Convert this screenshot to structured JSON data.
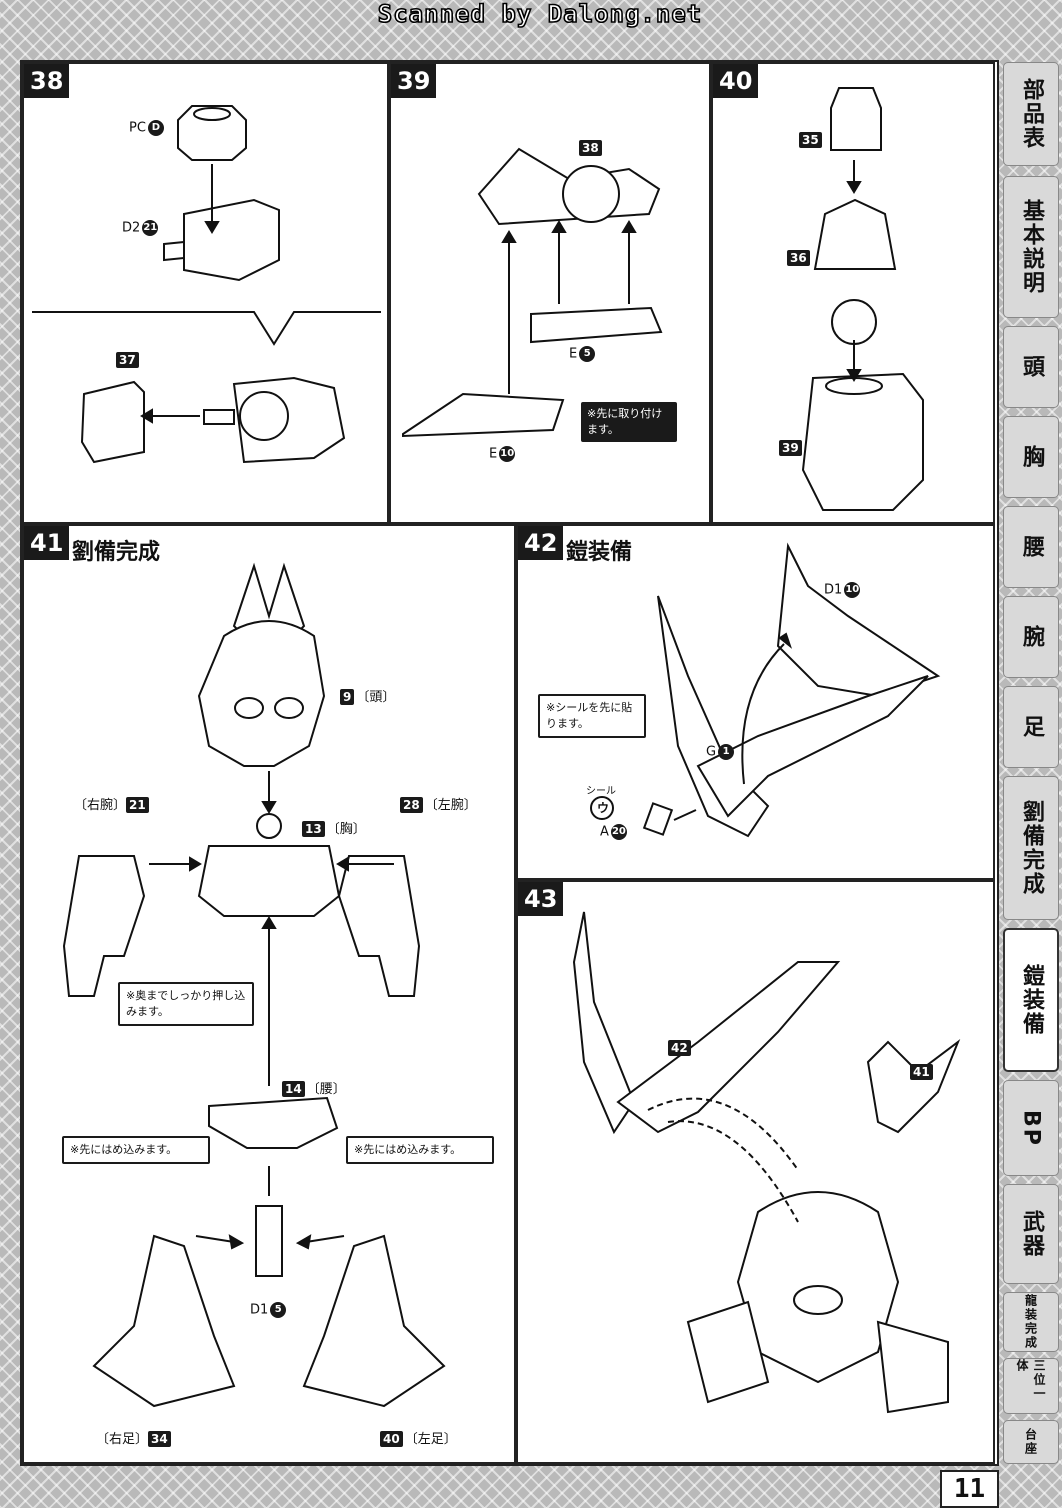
{
  "banner": "Scanned by Dalong.net",
  "page_number": "11",
  "steps": {
    "s38": {
      "num": "38",
      "parts": {
        "pc": "PC",
        "pc_id": "D",
        "d2": "D2",
        "d2_id": "21",
        "p37": "37"
      }
    },
    "s39": {
      "num": "39",
      "parts": {
        "p38": "38",
        "e5": "E",
        "e5_id": "5",
        "e10": "E",
        "e10_id": "10"
      },
      "note": "※先に取り付けます。"
    },
    "s40": {
      "num": "40",
      "parts": {
        "p35": "35",
        "p36": "36",
        "p39": "39"
      }
    },
    "s41": {
      "num": "41",
      "title": "劉備完成",
      "labels": {
        "head": "9",
        "head_name": "〔頭〕",
        "chest": "13",
        "chest_name": "〔胸〕",
        "waist": "14",
        "waist_name": "〔腰〕",
        "right_arm_name": "〔右腕〕",
        "right_arm": "21",
        "left_arm": "28",
        "left_arm_name": "〔左腕〕",
        "right_leg_name": "〔右足〕",
        "right_leg": "34",
        "left_leg": "40",
        "left_leg_name": "〔左足〕",
        "d1": "D1",
        "d1_id": "5"
      },
      "note_push": "※奥までしっかり押し込みます。",
      "note_fit_left": "※先にはめ込みます。",
      "note_fit_right": "※先にはめ込みます。"
    },
    "s42": {
      "num": "42",
      "title": "鎧装備",
      "parts": {
        "d1": "D1",
        "d1_id": "10",
        "g": "G",
        "g_id": "1",
        "a": "A",
        "a_id": "20",
        "seal": "シール",
        "seal_id": "ウ"
      },
      "note": "※シールを先に貼ります。"
    },
    "s43": {
      "num": "43",
      "parts": {
        "p42": "42",
        "p41": "41"
      }
    }
  },
  "tabs": [
    "部品表",
    "基本説明",
    "頭",
    "胸",
    "腰",
    "腕",
    "足",
    "劉備完成",
    "鎧装備",
    "BP",
    "武器",
    "龍装完成",
    "三位一体",
    "台座"
  ],
  "active_tab": "鎧装備"
}
